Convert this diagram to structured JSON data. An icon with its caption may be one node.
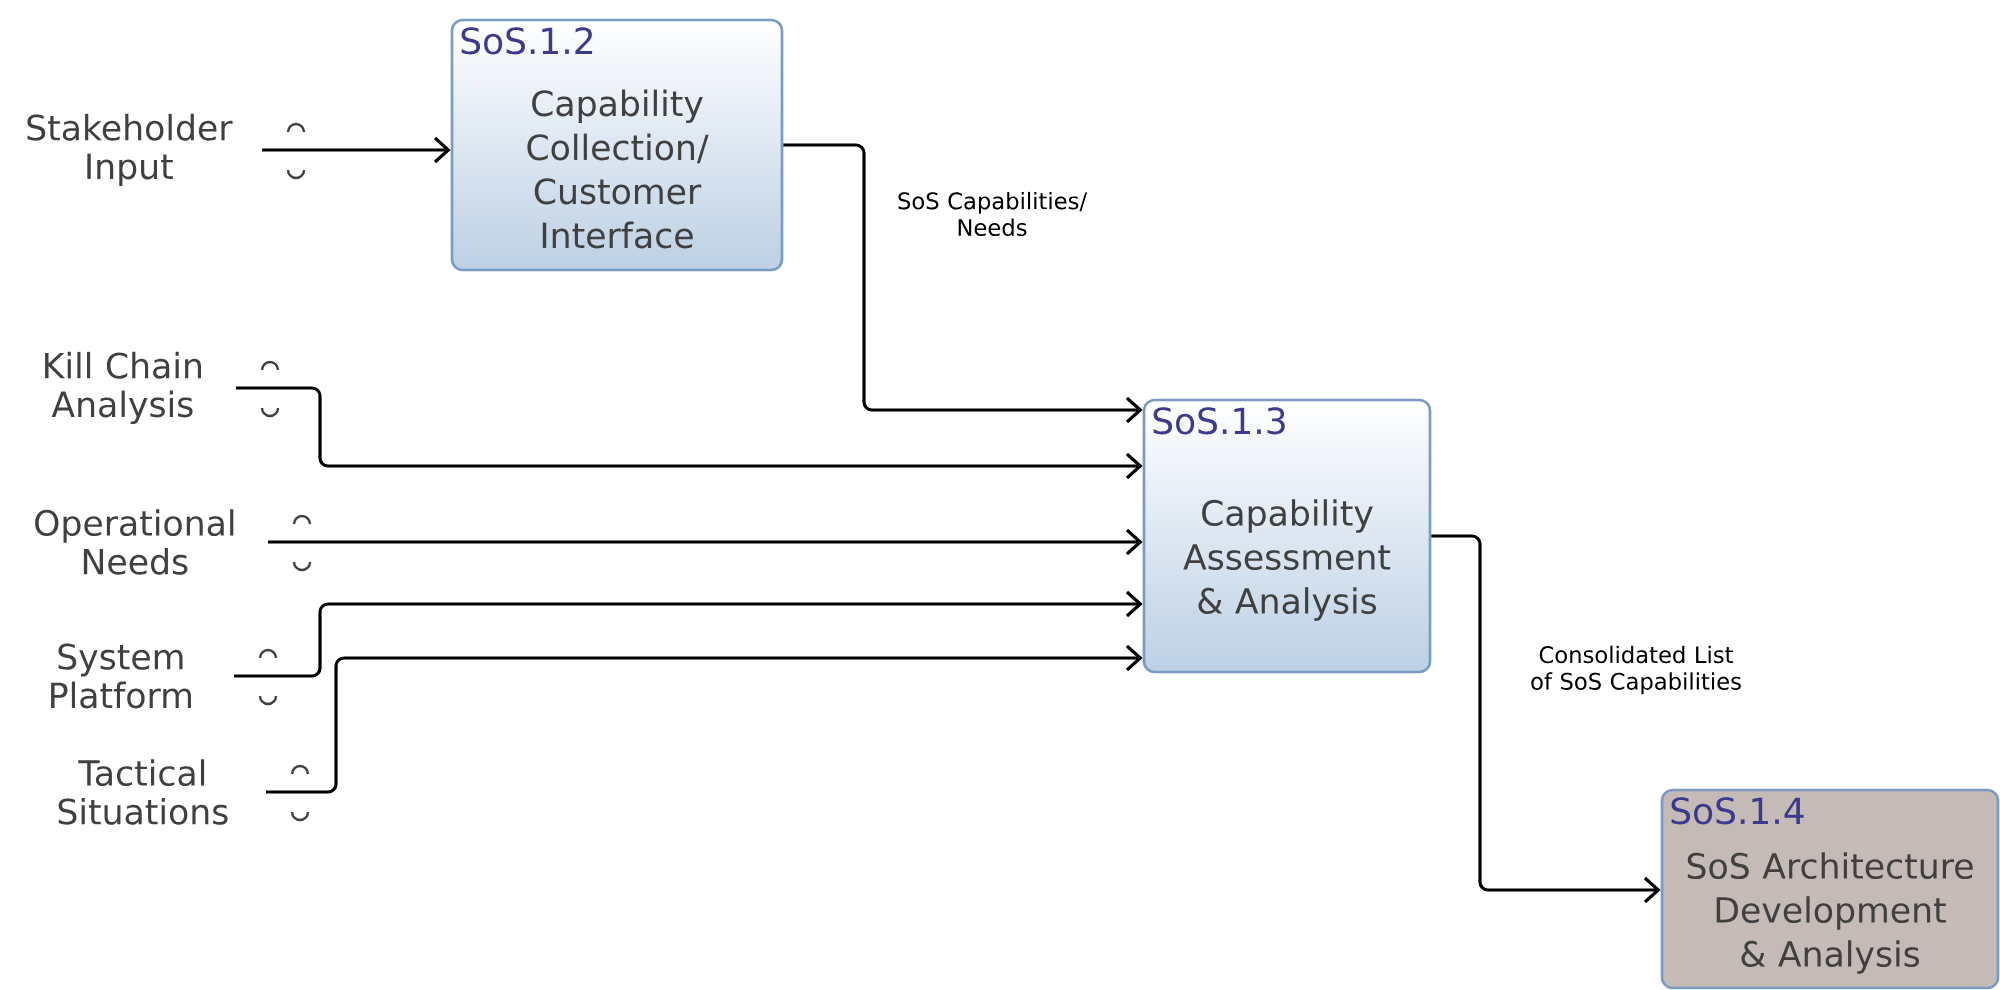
{
  "diagram": {
    "nodes": [
      {
        "text": [
          "Stakeholder Input"
        ]
      },
      {
        "text": [
          "SoS.1.2",
          "Capability Collection/ Customer Interface"
        ]
      },
      {
        "text": [
          "Kill Chain Analysis"
        ]
      },
      {
        "text": [
          "Operational Needs"
        ]
      },
      {
        "text": [
          "System Platform"
        ]
      },
      {
        "text": [
          "Tactical Situations"
        ]
      },
      {
        "text": [
          "SoS.1.3",
          "Capability Assessment & Analysis"
        ]
      },
      {
        "text": [
          "SoS.1.4",
          "SoS Architecture Development & Analysis"
        ]
      }
    ],
    "edges": [
      {
        "from": 0,
        "to": 1,
        "arrow": "to"
      },
      {
        "from": 1,
        "to": 6,
        "arrow": "to",
        "label": "SoS Capabilities/ Needs"
      },
      {
        "from": 2,
        "to": 6,
        "arrow": "to"
      },
      {
        "from": 3,
        "to": 6,
        "arrow": "to"
      },
      {
        "from": 4,
        "to": 6,
        "arrow": "to"
      },
      {
        "from": 5,
        "to": 6,
        "arrow": "to"
      },
      {
        "from": 6,
        "to": 7,
        "arrow": "to",
        "label": "Consolidated List of SoS Capabilities"
      }
    ]
  }
}
